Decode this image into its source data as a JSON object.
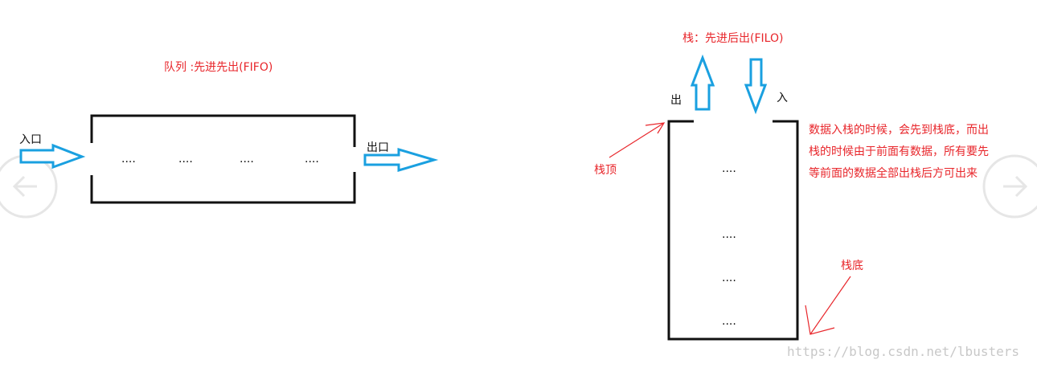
{
  "queue": {
    "title": "队列 :先进先出(FIFO)",
    "entry_label": "入口",
    "exit_label": "出口",
    "items": [
      "....",
      "....",
      "....",
      "...."
    ]
  },
  "stack": {
    "title": "栈：先进后出(FILO)",
    "out_label": "出",
    "in_label": "入",
    "top_label": "栈顶",
    "bottom_label": "栈底",
    "description": [
      "数据入栈的时候，会先到栈底，而出",
      "栈的时候由于前面有数据，所有要先",
      "等前面的数据全部出栈后方可出来"
    ],
    "items": [
      "....",
      "....",
      "....",
      "...."
    ]
  },
  "watermark": "https://blog.csdn.net/lbusters",
  "colors": {
    "annotation": "#e8262b",
    "arrow_stroke": "#1aa0e0",
    "outline": "#111111",
    "nav_circle": "#e6e6e6"
  }
}
